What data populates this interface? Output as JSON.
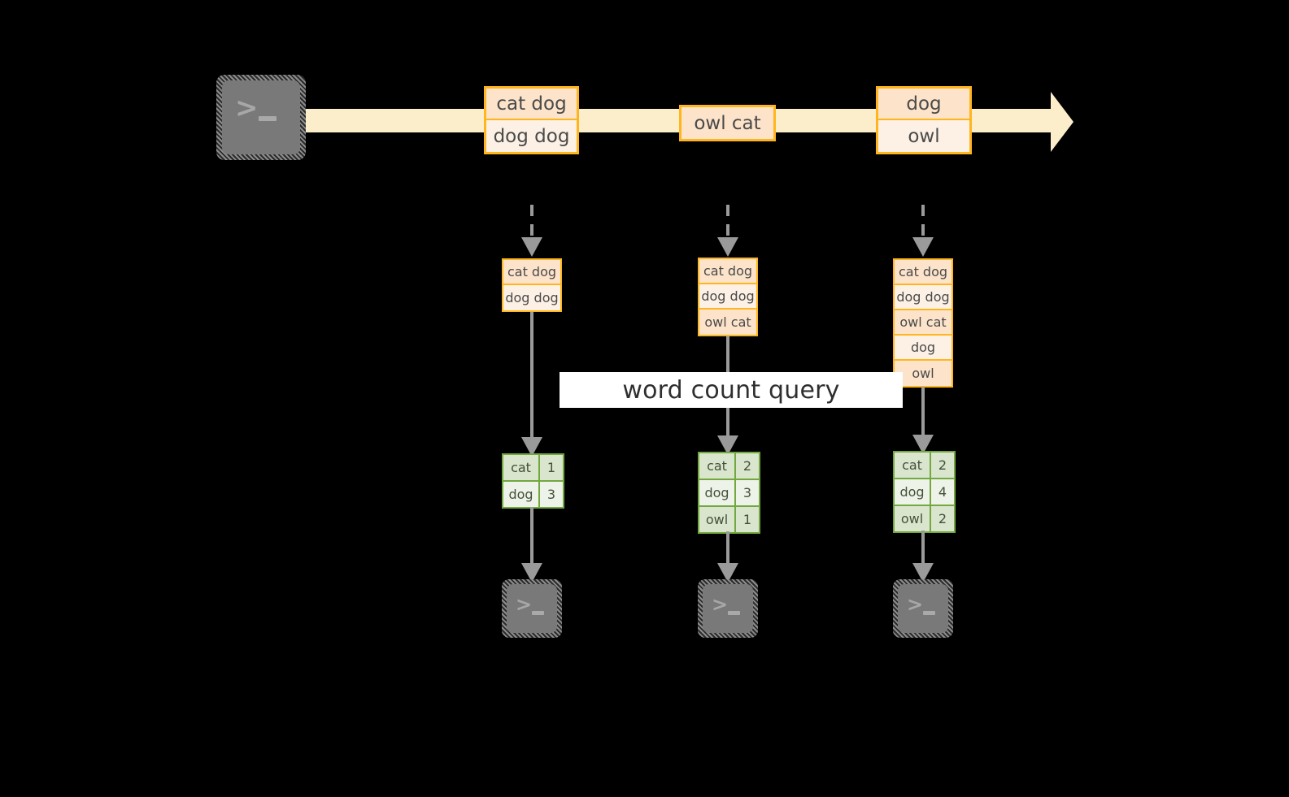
{
  "diagram": {
    "background_color": "#000000",
    "accent_orange": "#ffb61e",
    "accent_green": "#72a83f",
    "stream_fill": "#fdeecb",
    "record_fill": "#fce3ca",
    "record_fill_alt": "#fdf1e6",
    "icon_gray": "#797979"
  },
  "source": {
    "icon_name": "terminal-icon",
    "glyph_chevron": ">",
    "glyph_dash": "_"
  },
  "stream": {
    "name": "event-stream-arrow",
    "records": [
      {
        "lines": [
          "cat dog",
          "dog dog"
        ]
      },
      {
        "lines": [
          "owl cat"
        ]
      },
      {
        "lines": [
          "dog",
          "owl"
        ]
      }
    ]
  },
  "snapshots": [
    {
      "column": 1,
      "input_lines": [
        "cat dog",
        "dog dog"
      ],
      "result_header": null,
      "result_rows": [
        {
          "word": "cat",
          "count": "1"
        },
        {
          "word": "dog",
          "count": "3"
        }
      ],
      "sink_icon": "terminal-icon"
    },
    {
      "column": 2,
      "input_lines": [
        "cat dog",
        "dog dog",
        "owl cat"
      ],
      "result_rows": [
        {
          "word": "cat",
          "count": "2"
        },
        {
          "word": "dog",
          "count": "3"
        },
        {
          "word": "owl",
          "count": "1"
        }
      ],
      "sink_icon": "terminal-icon"
    },
    {
      "column": 3,
      "input_lines": [
        "cat dog",
        "dog dog",
        "owl cat",
        "dog",
        "owl"
      ],
      "result_rows": [
        {
          "word": "cat",
          "count": "2"
        },
        {
          "word": "dog",
          "count": "4"
        },
        {
          "word": "owl",
          "count": "2"
        }
      ],
      "sink_icon": "terminal-icon"
    }
  ],
  "banner": {
    "label": "word count query"
  }
}
